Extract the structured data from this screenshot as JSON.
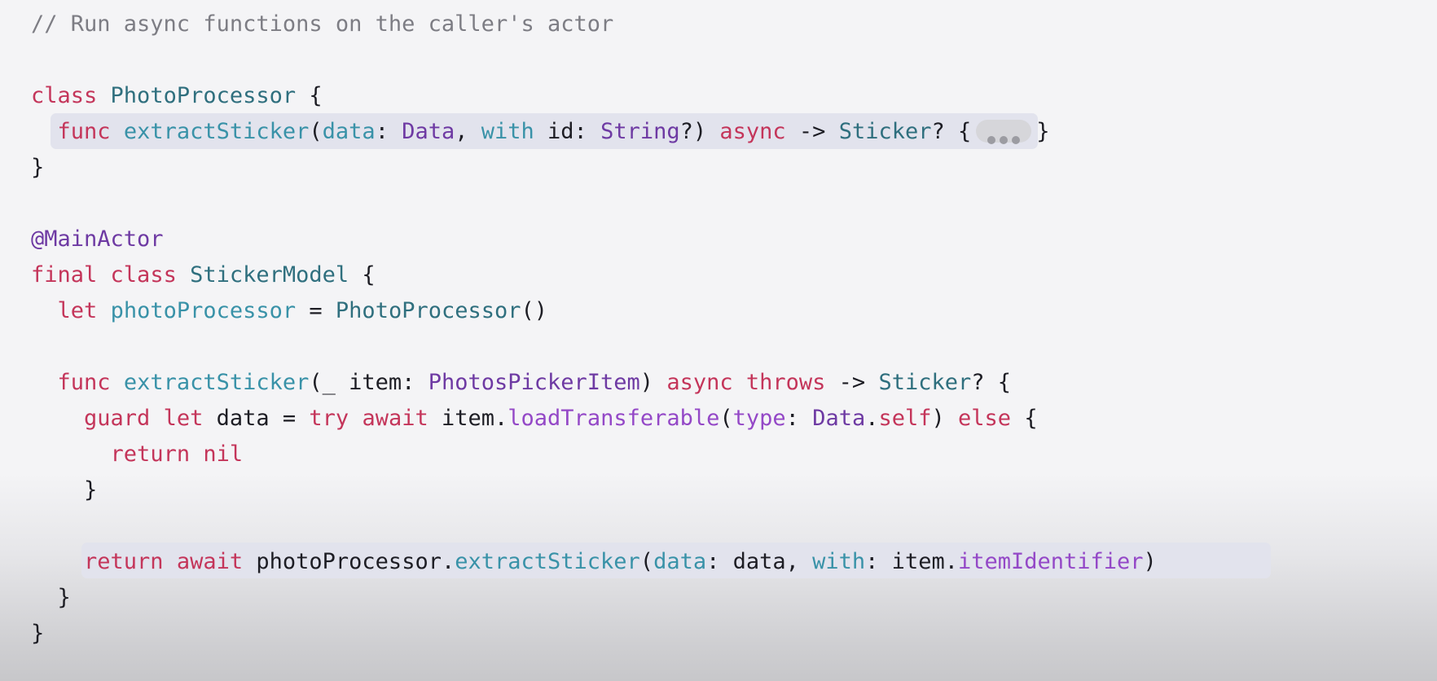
{
  "code_lines": [
    [
      {
        "text": "// Run async functions on the caller's actor",
        "role": "comment"
      }
    ],
    [],
    [
      {
        "text": "class",
        "role": "keyword"
      },
      {
        "text": " ",
        "role": "plain"
      },
      {
        "text": "PhotoProcessor",
        "role": "type"
      },
      {
        "text": " {",
        "role": "plain"
      }
    ],
    [
      {
        "text": "  ",
        "role": "plain"
      },
      {
        "text": "func",
        "role": "keyword"
      },
      {
        "text": " ",
        "role": "plain"
      },
      {
        "text": "extractSticker",
        "role": "function"
      },
      {
        "text": "(",
        "role": "plain"
      },
      {
        "text": "data",
        "role": "function"
      },
      {
        "text": ": ",
        "role": "plain"
      },
      {
        "text": "Data",
        "role": "std"
      },
      {
        "text": ", ",
        "role": "plain"
      },
      {
        "text": "with",
        "role": "function"
      },
      {
        "text": " id: ",
        "role": "plain"
      },
      {
        "text": "String",
        "role": "std"
      },
      {
        "text": "?) ",
        "role": "plain"
      },
      {
        "text": "async",
        "role": "keyword"
      },
      {
        "text": " -> ",
        "role": "plain"
      },
      {
        "text": "Sticker",
        "role": "type"
      },
      {
        "text": "? {",
        "role": "plain"
      },
      {
        "text": "",
        "role": "ellipsis"
      },
      {
        "text": "}",
        "role": "plain"
      }
    ],
    [
      {
        "text": "}",
        "role": "plain"
      }
    ],
    [],
    [
      {
        "text": "@MainActor",
        "role": "std"
      }
    ],
    [
      {
        "text": "final",
        "role": "keyword"
      },
      {
        "text": " ",
        "role": "plain"
      },
      {
        "text": "class",
        "role": "keyword"
      },
      {
        "text": " ",
        "role": "plain"
      },
      {
        "text": "StickerModel",
        "role": "type"
      },
      {
        "text": " {",
        "role": "plain"
      }
    ],
    [
      {
        "text": "  ",
        "role": "plain"
      },
      {
        "text": "let",
        "role": "keyword"
      },
      {
        "text": " ",
        "role": "plain"
      },
      {
        "text": "photoProcessor",
        "role": "function"
      },
      {
        "text": " = ",
        "role": "plain"
      },
      {
        "text": "PhotoProcessor",
        "role": "type"
      },
      {
        "text": "()",
        "role": "plain"
      }
    ],
    [],
    [
      {
        "text": "  ",
        "role": "plain"
      },
      {
        "text": "func",
        "role": "keyword"
      },
      {
        "text": " ",
        "role": "plain"
      },
      {
        "text": "extractSticker",
        "role": "function"
      },
      {
        "text": "(_ item: ",
        "role": "plain"
      },
      {
        "text": "PhotosPickerItem",
        "role": "std"
      },
      {
        "text": ") ",
        "role": "plain"
      },
      {
        "text": "async",
        "role": "keyword"
      },
      {
        "text": " ",
        "role": "plain"
      },
      {
        "text": "throws",
        "role": "keyword"
      },
      {
        "text": " -> ",
        "role": "plain"
      },
      {
        "text": "Sticker",
        "role": "type"
      },
      {
        "text": "? {",
        "role": "plain"
      }
    ],
    [
      {
        "text": "    ",
        "role": "plain"
      },
      {
        "text": "guard",
        "role": "keyword"
      },
      {
        "text": " ",
        "role": "plain"
      },
      {
        "text": "let",
        "role": "keyword"
      },
      {
        "text": " data = ",
        "role": "plain"
      },
      {
        "text": "try",
        "role": "keyword"
      },
      {
        "text": " ",
        "role": "plain"
      },
      {
        "text": "await",
        "role": "keyword"
      },
      {
        "text": " item.",
        "role": "plain"
      },
      {
        "text": "loadTransferable",
        "role": "method"
      },
      {
        "text": "(",
        "role": "plain"
      },
      {
        "text": "type",
        "role": "method"
      },
      {
        "text": ": ",
        "role": "plain"
      },
      {
        "text": "Data",
        "role": "std"
      },
      {
        "text": ".",
        "role": "plain"
      },
      {
        "text": "self",
        "role": "keyword"
      },
      {
        "text": ") ",
        "role": "plain"
      },
      {
        "text": "else",
        "role": "keyword"
      },
      {
        "text": " {",
        "role": "plain"
      }
    ],
    [
      {
        "text": "      ",
        "role": "plain"
      },
      {
        "text": "return",
        "role": "keyword"
      },
      {
        "text": " ",
        "role": "plain"
      },
      {
        "text": "nil",
        "role": "keyword"
      }
    ],
    [
      {
        "text": "    }",
        "role": "plain"
      }
    ],
    [],
    [
      {
        "text": "    ",
        "role": "plain"
      },
      {
        "text": "return",
        "role": "keyword"
      },
      {
        "text": " ",
        "role": "plain"
      },
      {
        "text": "await",
        "role": "keyword"
      },
      {
        "text": " photoProcessor.",
        "role": "plain"
      },
      {
        "text": "extractSticker",
        "role": "function"
      },
      {
        "text": "(",
        "role": "plain"
      },
      {
        "text": "data",
        "role": "function"
      },
      {
        "text": ": data, ",
        "role": "plain"
      },
      {
        "text": "with",
        "role": "function"
      },
      {
        "text": ": item.",
        "role": "plain"
      },
      {
        "text": "itemIdentifier",
        "role": "method"
      },
      {
        "text": ")",
        "role": "plain"
      }
    ],
    [
      {
        "text": "  }",
        "role": "plain"
      }
    ],
    [
      {
        "text": "}",
        "role": "plain"
      }
    ]
  ],
  "highlighted_lines": [
    3,
    15
  ],
  "colors": {
    "comment": "#7d7d84",
    "keyword": "#c4355a",
    "type": "#2f6f7e",
    "function": "#3992a8",
    "std": "#6e3aa3",
    "method": "#9448c7",
    "plain": "#1d1d24",
    "highlight": "#e2e3ed"
  }
}
